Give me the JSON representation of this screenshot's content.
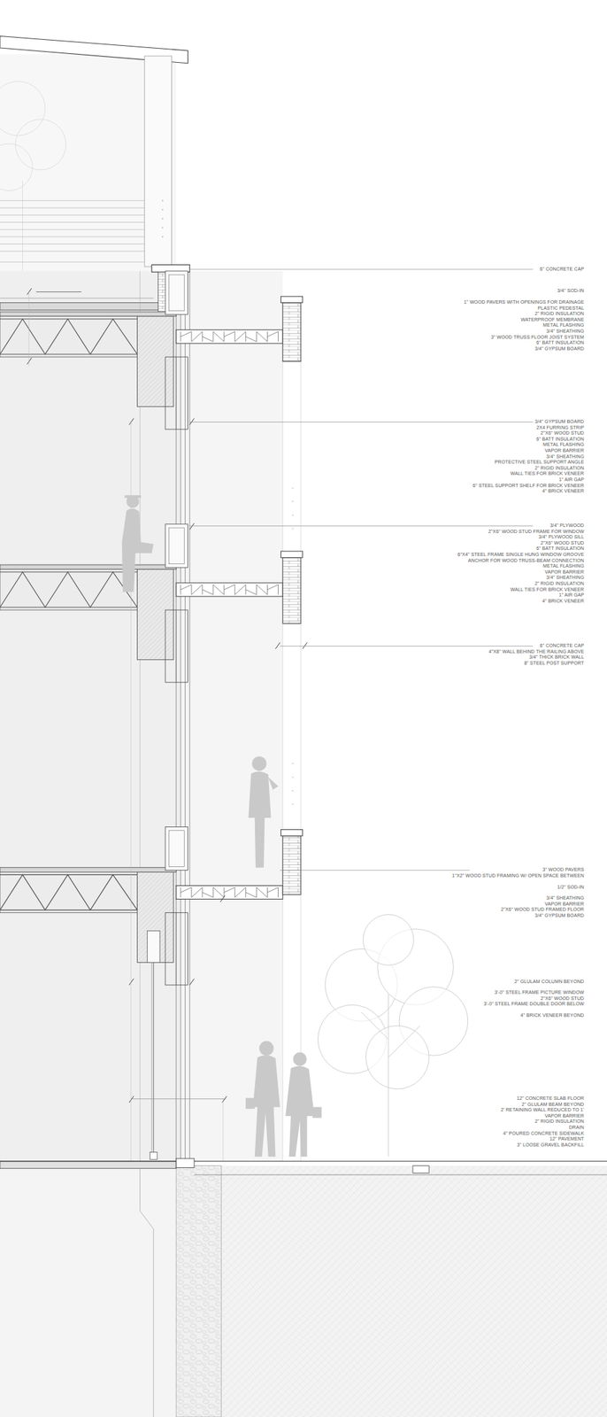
{
  "diagram": {
    "labels": [
      "6\" CONCRETE CAP",
      "3/4\" SOD-IN",
      "1\" WOOD PAVERS WITH OPENINGS FOR DRAINAGE",
      "PLASTIC PEDESTAL",
      "2\" RIGID INSULATION",
      "WATERPROOF MEMBRANE",
      "METAL FLASHING",
      "3/4\" SHEATHING",
      "3\" WOOD TRUSS FLOOR JOIST SYSTEM",
      "6\" BATT INSULATION",
      "3/4\" GYPSUM BOARD",
      "3/4\" GYPSUM BOARD",
      "2X4 FURRING STRIP",
      "2\"X6\" WOOD STUD",
      "6\" BATT INSULATION",
      "METAL FLASHING",
      "VAPOR BARRIER",
      "3/4\" SHEATHING",
      "PROTECTIVE STEEL SUPPORT ANGLE",
      "2\" RIGID INSULATION",
      "WALL TIES FOR BRICK VENEER",
      "1\" AIR GAP",
      "6\" STEEL SUPPORT SHELF FOR BRICK VENEER",
      "4\" BRICK VENEER",
      "3/4\" PLYWOOD",
      "2\"X6\" WOOD STUD FRAME FOR WINDOW",
      "3/4\" PLYWOOD SILL",
      "2\"X6\" WOOD STUD",
      "6\" BATT INSULATION",
      "6\"X4\" STEEL FRAME SINGLE HUNG WINDOW GROOVE",
      "ANCHOR FOR WOOD TRUSS-BEAM CONNECTION",
      "METAL FLASHING",
      "VAPOR BARRIER",
      "3/4\" SHEATHING",
      "2\" RIGID INSULATION",
      "WALL TIES FOR BRICK VENEER",
      "1\" AIR GAP",
      "4\" BRICK VENEER",
      "6\" CONCRETE CAP",
      "4\"X8\" WALL BEHIND THE RAILING ABOVE",
      "3/4\" THICK BRICK WALL",
      "8\" STEEL POST SUPPORT",
      "3\" WOOD PAVERS",
      "1\"X2\" WOOD STUD FRAMING W/ OPEN SPACE BETWEEN",
      "1/2\" SOD-IN",
      "3/4\" SHEATHING",
      "VAPOR BARRIER",
      "2\"X6\" WOOD STUD FRAMED FLOOR",
      "3/4\" GYPSUM BOARD",
      "2\" GLULAM COLUMN BEYOND",
      "3'-0\" STEEL FRAME PICTURE WINDOW",
      "2\"X6\" WOOD STUD",
      "3'-0\" STEEL FRAME DOUBLE DOOR BELOW",
      "4\" BRICK VENEER BEYOND",
      "12\" CONCRETE SLAB FLOOR",
      "2\" GLULAM BEAM BEYOND",
      "2' RETAINING WALL REDUCED TO 1'",
      "VAPOR BARRIER",
      "2\" RIGID INSULATION",
      "DRAIN",
      "4\" POURED CONCRETE SIDEWALK",
      "12\" PAVEMENT",
      "3\" LOOSE GRAVEL BACKFILL"
    ]
  }
}
